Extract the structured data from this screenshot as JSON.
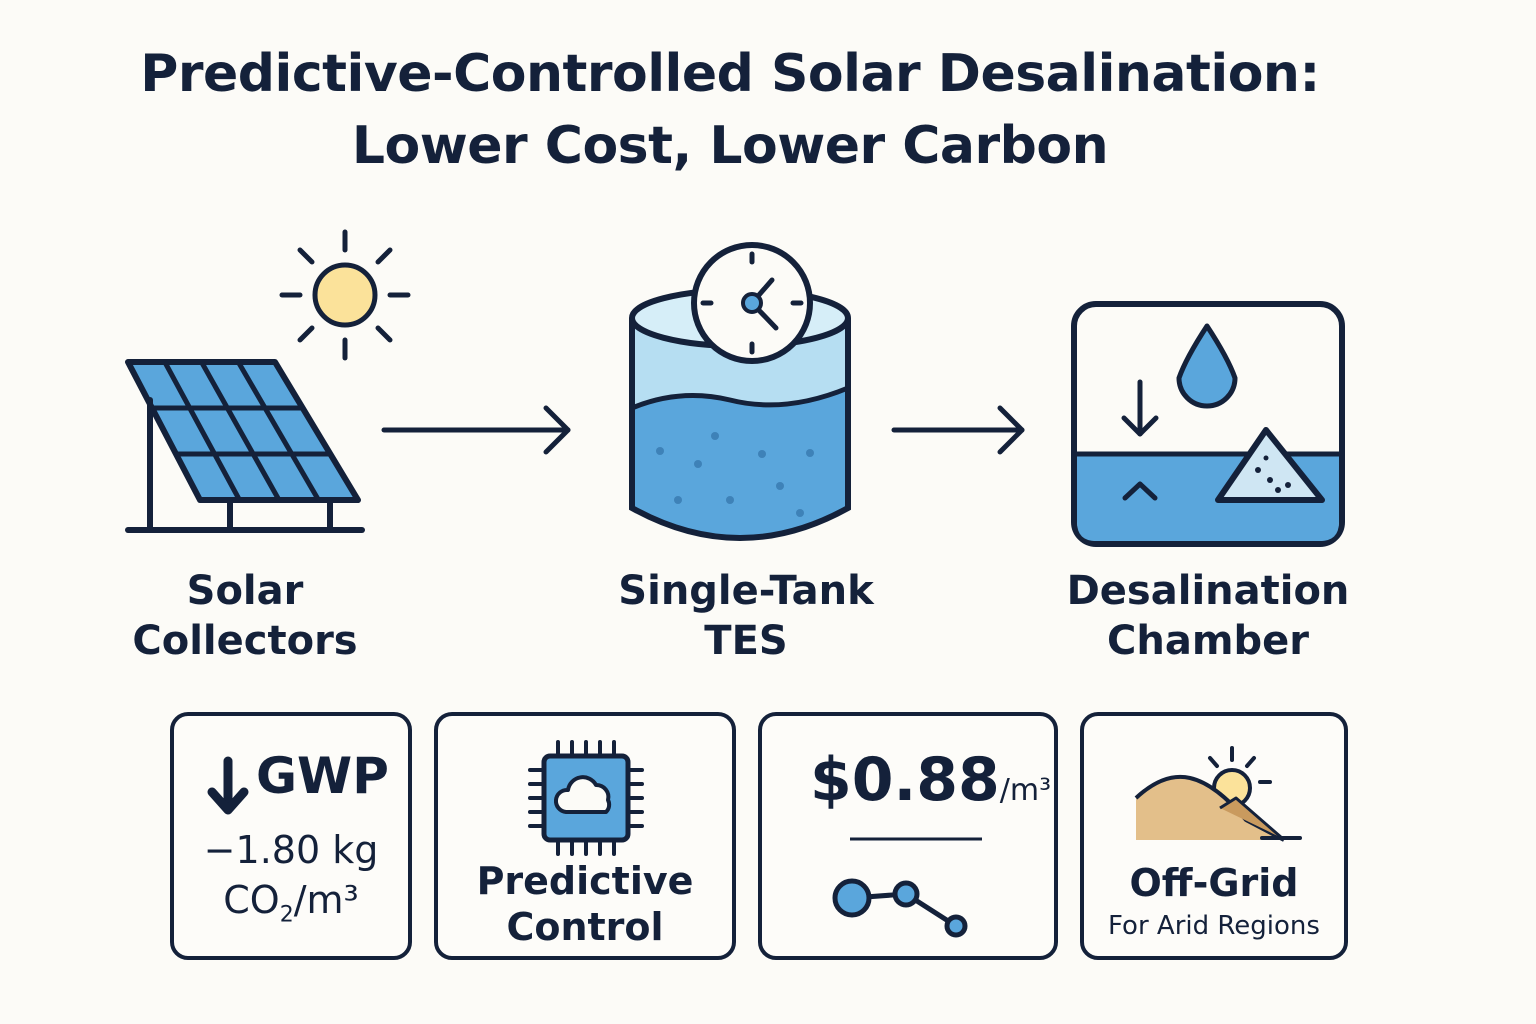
{
  "title": {
    "line1": "Predictive-Controlled Solar Desalination:",
    "line2": "Lower Cost, Lower Carbon"
  },
  "stages": [
    {
      "line1": "Solar",
      "line2": "Collectors",
      "icon": "solar-panel-icon"
    },
    {
      "line1": "Single-Tank",
      "line2": "TES",
      "icon": "tank-clock-icon"
    },
    {
      "line1": "Desalination",
      "line2": "Chamber",
      "icon": "desalination-chamber-icon"
    }
  ],
  "cards": {
    "gwp": {
      "label": "GWP",
      "value": "−1.80 kg",
      "unit_prefix": "CO",
      "unit_sub": "2",
      "unit_suffix": "/m³"
    },
    "predictive": {
      "line1": "Predictive",
      "line2": "Control"
    },
    "cost": {
      "value": "$0.88",
      "unit": "/m³"
    },
    "offgrid": {
      "title": "Off-Grid",
      "subtitle": "For Arid Regions"
    }
  },
  "colors": {
    "ink": "#14213a",
    "blue": "#5aa6dc",
    "light_blue": "#b6def2",
    "sun": "#fbe29a",
    "sand": "#e3bf8a",
    "background": "#fcfbf7"
  }
}
